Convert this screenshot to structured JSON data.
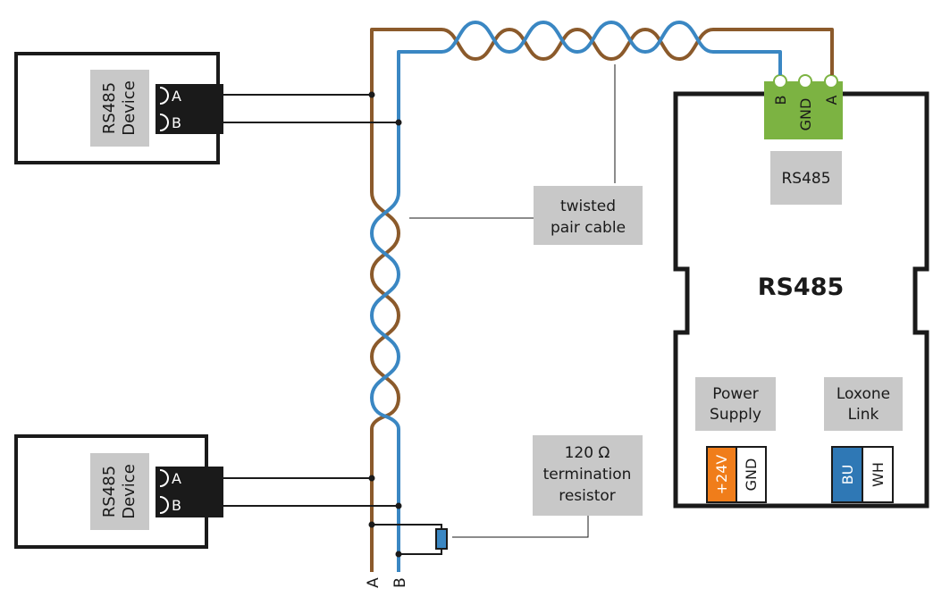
{
  "colors": {
    "wire_a": "#8b5a2b",
    "wire_b": "#3a87c3",
    "label_bg": "#c8c8c8",
    "connector_green": "#7cb342",
    "terminal_orange": "#f07d1a",
    "terminal_blue": "#2f78b5",
    "outline": "#1a1a1a"
  },
  "device1": {
    "label_line1": "RS485",
    "label_line2": "Device",
    "pin_a": "A",
    "pin_b": "B"
  },
  "device2": {
    "label_line1": "RS485",
    "label_line2": "Device",
    "pin_a": "A",
    "pin_b": "B"
  },
  "cable_label": {
    "line1": "twisted",
    "line2": "pair cable"
  },
  "resistor_label": {
    "line1": "120 Ω",
    "line2": "termination",
    "line3": "resistor"
  },
  "wire_labels": {
    "a": "A",
    "b": "B"
  },
  "extension": {
    "title": "RS485",
    "terminal_b": "B",
    "terminal_gnd": "GND",
    "terminal_a": "A",
    "rs485_tag": "RS485",
    "power_label_line1": "Power",
    "power_label_line2": "Supply",
    "power_plus": "+24V",
    "power_gnd": "GND",
    "link_label_line1": "Loxone",
    "link_label_line2": "Link",
    "link_bu": "BU",
    "link_wh": "WH"
  }
}
